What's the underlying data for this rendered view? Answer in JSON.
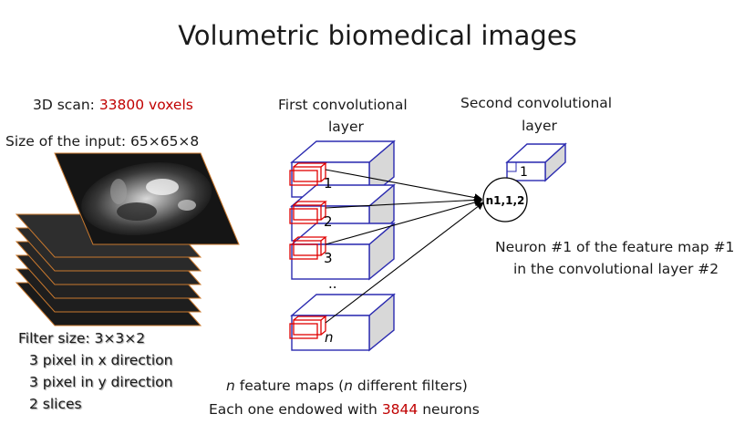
{
  "title": "Volumetric biomedical images",
  "scan": {
    "label": "3D scan:",
    "voxels": "33800 voxels",
    "input_size": "Size of the input: 65×65×8"
  },
  "filter": {
    "size": "Filter size: 3×3×2",
    "x_dir": "3 pixel in x direction",
    "y_dir": "3 pixel in y direction",
    "slices": "2 slices"
  },
  "first_layer": {
    "line1": "First convolutional",
    "line2": "layer",
    "maps": [
      "1",
      "2",
      "3",
      "n"
    ],
    "ellipsis": ".."
  },
  "second_layer": {
    "line1": "Second convolutional",
    "line2": "layer",
    "map": "1"
  },
  "neuron": {
    "label": "n1,1,2",
    "desc1": "Neuron #1 of the feature map #1",
    "desc2": "in the convolutional layer #2"
  },
  "bottom": {
    "n1": "n",
    "maps_text": " feature maps (",
    "n2": "n",
    "maps_text2": " different filters)",
    "endowed_pre": "Each one endowed with ",
    "neurons_count": "3844",
    "endowed_post": " neurons"
  },
  "colors": {
    "box_stroke": "#2b2bb0",
    "filter_red": "#e00000",
    "accent_red": "#c00000",
    "box_side": "#d8d8d8"
  }
}
